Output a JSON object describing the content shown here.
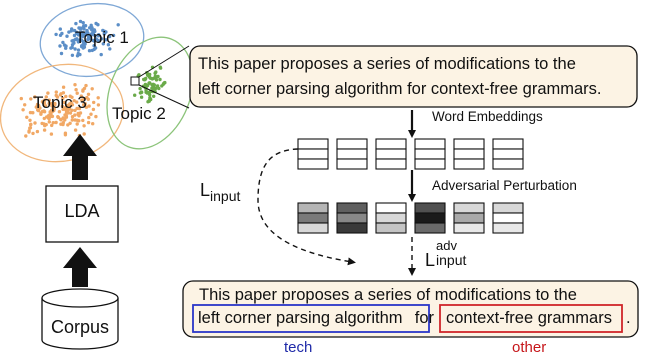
{
  "topic_model": {
    "labels": [
      "Topic 1",
      "Topic 3",
      "Topic 2"
    ],
    "colors": {
      "topic1": "#5b8ec7",
      "topic2": "#6aaa49",
      "topic3": "#f1a865",
      "topic2_outline": "#7bb86a"
    }
  },
  "pipeline": {
    "lda_label": "LDA",
    "corpus_label": "Corpus"
  },
  "input_sentence": {
    "line1": "This paper proposes a series of modifications to the",
    "line2": "left corner parsing algorithm for context-free grammars."
  },
  "steps": {
    "word_embeddings": "Word Embeddings",
    "adversarial_perturbation": "Adversarial Perturbation",
    "l_input_base": "L",
    "l_input_sub": "input",
    "l_adv_base": "L",
    "l_adv_sup": "adv",
    "l_adv_sub": "input"
  },
  "output_sentence": {
    "line1": "This paper proposes a series of modifications to the",
    "span_tech": "left corner parsing algorithm",
    "middle": "for",
    "span_other": "context-free grammars",
    "end": "."
  },
  "tags": {
    "tech": "tech",
    "other": "other",
    "tech_color": "#1f2aa8",
    "other_color": "#c6161a"
  },
  "embedding_cells": {
    "before": [
      "white",
      "white",
      "white",
      "white",
      "white",
      "white"
    ],
    "after_top": [
      "#b5b5b5",
      "#5f5f5f",
      "#ffffff",
      "#505050",
      "#d8d8d8",
      "#d8d8d8"
    ],
    "after_mid": [
      "#7a7a7a",
      "#888888",
      "#d8d8d8",
      "#1a1a1a",
      "#a9a9a9",
      "#ffffff"
    ],
    "after_bot": [
      "#d8d8d8",
      "#3a3a3a",
      "#c4c4c4",
      "#6a6a6a",
      "#e8e8e8",
      "#e8e8e8"
    ]
  },
  "colors": {
    "sentence_box_fill": "#fcf3e4",
    "arrow": "#111111"
  }
}
